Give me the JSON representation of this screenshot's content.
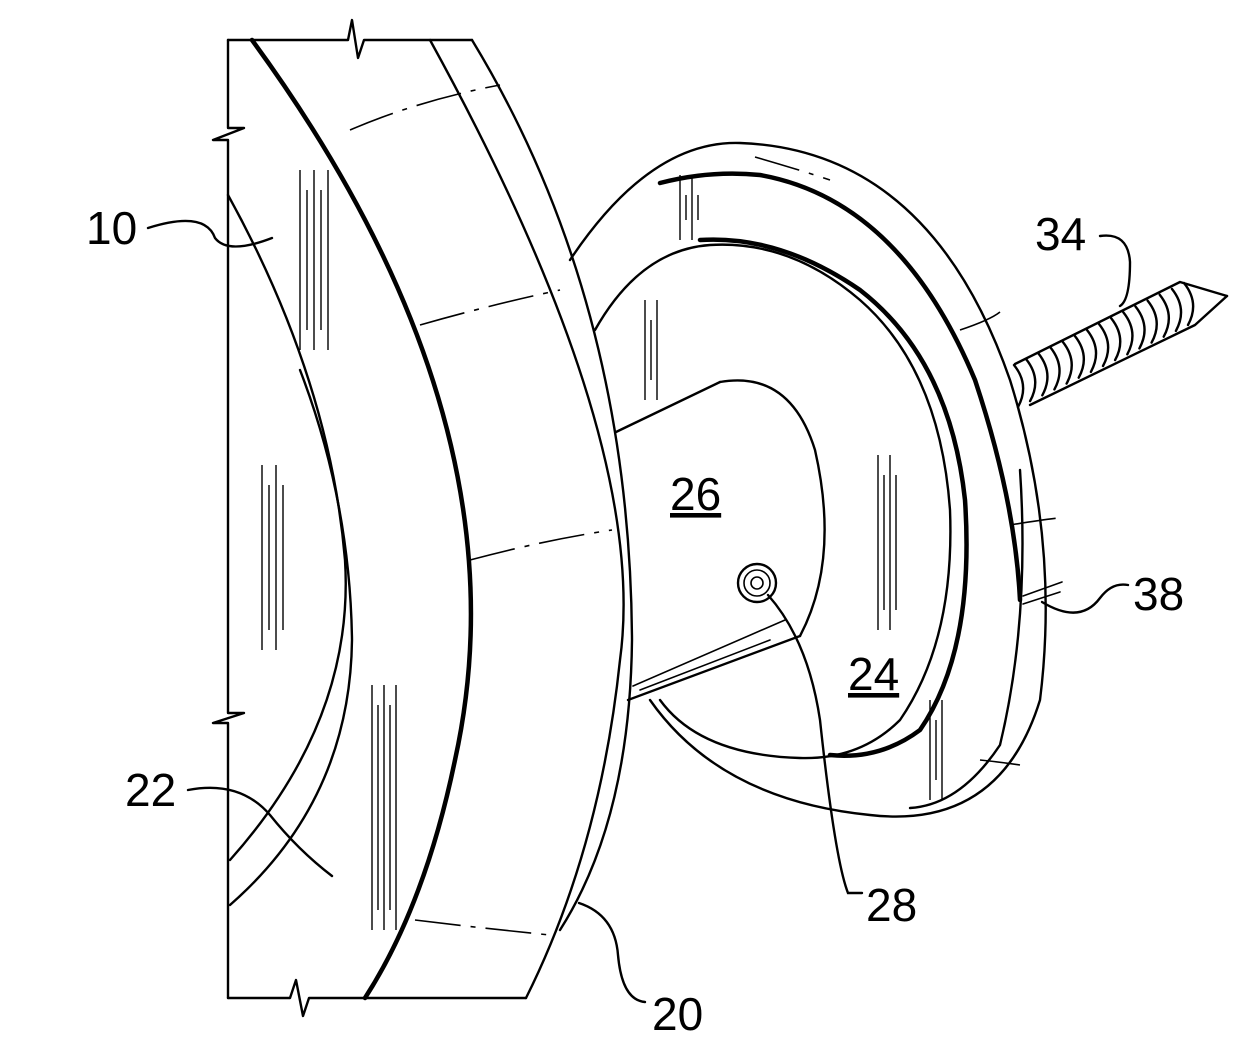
{
  "figure": {
    "labels": [
      {
        "id": "10",
        "text": "10",
        "underlined": false
      },
      {
        "id": "22",
        "text": "22",
        "underlined": false
      },
      {
        "id": "26",
        "text": "26",
        "underlined": true
      },
      {
        "id": "24",
        "text": "24",
        "underlined": true
      },
      {
        "id": "34",
        "text": "34",
        "underlined": false
      },
      {
        "id": "38",
        "text": "38",
        "underlined": false
      },
      {
        "id": "28",
        "text": "28",
        "underlined": false
      },
      {
        "id": "20",
        "text": "20",
        "underlined": false
      }
    ],
    "parts": [
      {
        "id": "wall",
        "ref": "10"
      },
      {
        "id": "recess",
        "ref": "22"
      },
      {
        "id": "shell",
        "ref": "20"
      },
      {
        "id": "cup",
        "ref": "24"
      },
      {
        "id": "post",
        "ref": "26"
      },
      {
        "id": "set-screw",
        "ref": "28"
      },
      {
        "id": "lag-screw",
        "ref": "34"
      },
      {
        "id": "slot",
        "ref": "38"
      }
    ],
    "colors": {
      "ink": "#000000",
      "paper": "#ffffff"
    }
  }
}
